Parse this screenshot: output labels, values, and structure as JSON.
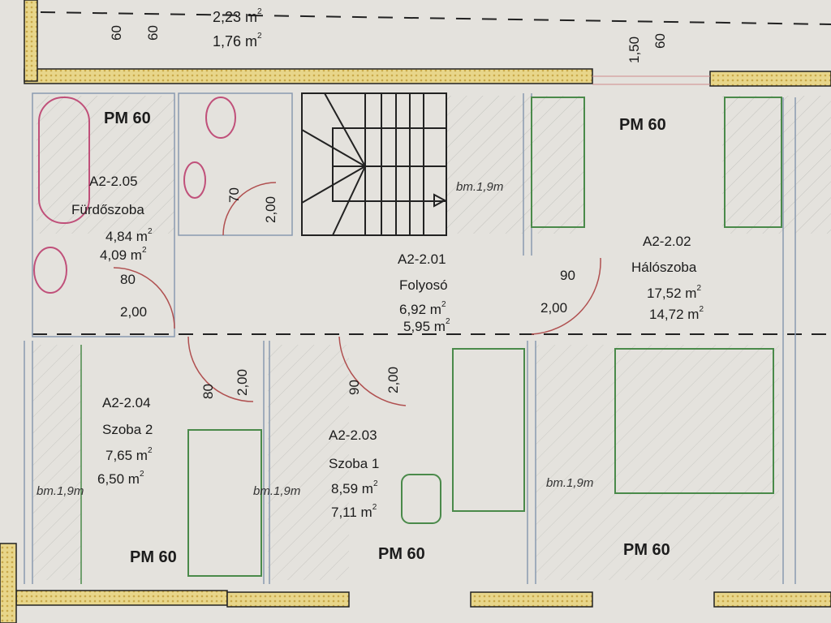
{
  "top_area": {
    "gross": "2,23 m",
    "net": "1,76 m",
    "dims": [
      "60",
      "60",
      "1,50",
      "60"
    ]
  },
  "rooms": [
    {
      "id": "A2-2.05",
      "name": "Fürdőszoba",
      "gross": "4,84 m",
      "net": "4,09 m",
      "window": "PM 60",
      "door_width": "80",
      "door_height": "2,00"
    },
    {
      "id": "A2-2.01",
      "name": "Folyosó",
      "gross": "6,92 m",
      "net": "5,95 m",
      "note": "bm.1,9m"
    },
    {
      "id": "A2-2.02",
      "name": "Hálószoba",
      "gross": "17,52 m",
      "net": "14,72 m",
      "window": "PM 60",
      "door_width": "90",
      "door_height": "2,00",
      "note": "bm.1,9m",
      "window_bottom": "PM 60"
    },
    {
      "id": "A2-2.04",
      "name": "Szoba 2",
      "gross": "7,65 m",
      "net": "6,50 m",
      "window": "PM 60",
      "door_width": "80",
      "door_height": "2,00",
      "note": "bm.1,9m"
    },
    {
      "id": "A2-2.03",
      "name": "Szoba 1",
      "gross": "8,59 m",
      "net": "7,11 m",
      "window": "PM 60",
      "door_width": "90",
      "door_height": "2,00",
      "note": "bm.1,9m"
    }
  ],
  "wc": {
    "door_width": "70",
    "door_height": "2,00"
  },
  "unit_sup": "2",
  "colors": {
    "paper": "#e4e2dd",
    "insulation": "#e6cf7a",
    "wall_line": "#8a9ab0",
    "fixture": "#c0507a",
    "furniture": "#4a8a4a"
  }
}
